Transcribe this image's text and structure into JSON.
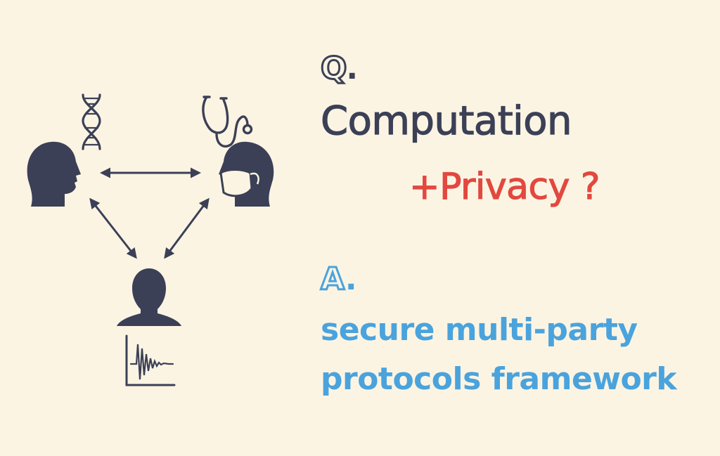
{
  "question": {
    "label": "Q",
    "label_suffix": ".",
    "line1": "Computation",
    "line2": "+Privacy ?"
  },
  "answer": {
    "label": "A",
    "label_suffix": ".",
    "line1": "secure multi-party",
    "line2": "protocols framework"
  },
  "diagram": {
    "parties": [
      {
        "name": "person-with-dna",
        "icon": "dna-icon"
      },
      {
        "name": "doctor-with-stethoscope",
        "icon": "stethoscope-icon"
      },
      {
        "name": "person-with-signal",
        "icon": "signal-graph-icon"
      }
    ],
    "connections": "bidirectional"
  },
  "colors": {
    "background": "#fcf4e3",
    "dark": "#3b4056",
    "red": "#e2483f",
    "blue": "#4aa3dc"
  }
}
